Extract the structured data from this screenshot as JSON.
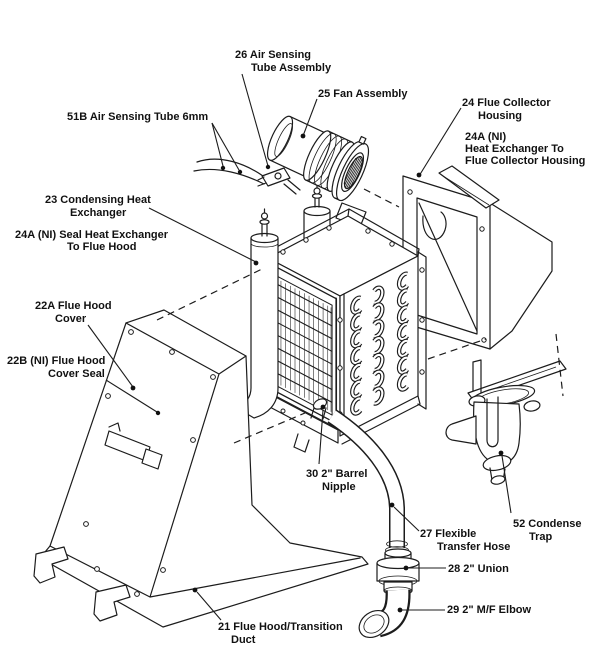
{
  "figure": {
    "type": "exploded-parts-diagram",
    "subject": "Flue hood, condensing heat exchanger and flue collector assembly",
    "background_color": "#ffffff",
    "line_color": "#1c1c1c",
    "text_color": "#111111"
  },
  "labels": {
    "l26": {
      "part_no": "26",
      "lines": [
        "26 Air Sensing",
        "Tube Assembly"
      ]
    },
    "l25": {
      "part_no": "25",
      "lines": [
        "25 Fan Assembly"
      ]
    },
    "l24": {
      "part_no": "24",
      "lines": [
        "24 Flue Collector",
        "Housing"
      ]
    },
    "l24a_top": {
      "part_no": "24A",
      "lines": [
        "24A (NI)",
        "Heat Exchanger To",
        "Flue Collector Housing"
      ]
    },
    "l51b": {
      "part_no": "51B",
      "lines": [
        "51B Air Sensing Tube 6mm"
      ]
    },
    "l23": {
      "part_no": "23",
      "lines": [
        "23 Condensing Heat",
        "Exchanger"
      ]
    },
    "l24a_seal": {
      "part_no": "24A",
      "lines": [
        "24A (NI) Seal Heat Exchanger",
        "To Flue Hood"
      ]
    },
    "l22a": {
      "part_no": "22A",
      "lines": [
        "22A Flue Hood",
        "Cover"
      ]
    },
    "l22b": {
      "part_no": "22B",
      "lines": [
        "22B (NI) Flue Hood",
        "Cover Seal"
      ]
    },
    "l30": {
      "part_no": "30",
      "lines": [
        "30 2\" Barrel",
        "Nipple"
      ]
    },
    "l27": {
      "part_no": "27",
      "lines": [
        "27 Flexible",
        "Transfer Hose"
      ]
    },
    "l28": {
      "part_no": "28",
      "lines": [
        "28 2\" Union"
      ]
    },
    "l29": {
      "part_no": "29",
      "lines": [
        "29 2\" M/F Elbow"
      ]
    },
    "l52": {
      "part_no": "52",
      "lines": [
        "52 Condense",
        "Trap"
      ]
    },
    "l21": {
      "part_no": "21",
      "lines": [
        "21 Flue Hood/Transition",
        "Duct"
      ]
    }
  }
}
